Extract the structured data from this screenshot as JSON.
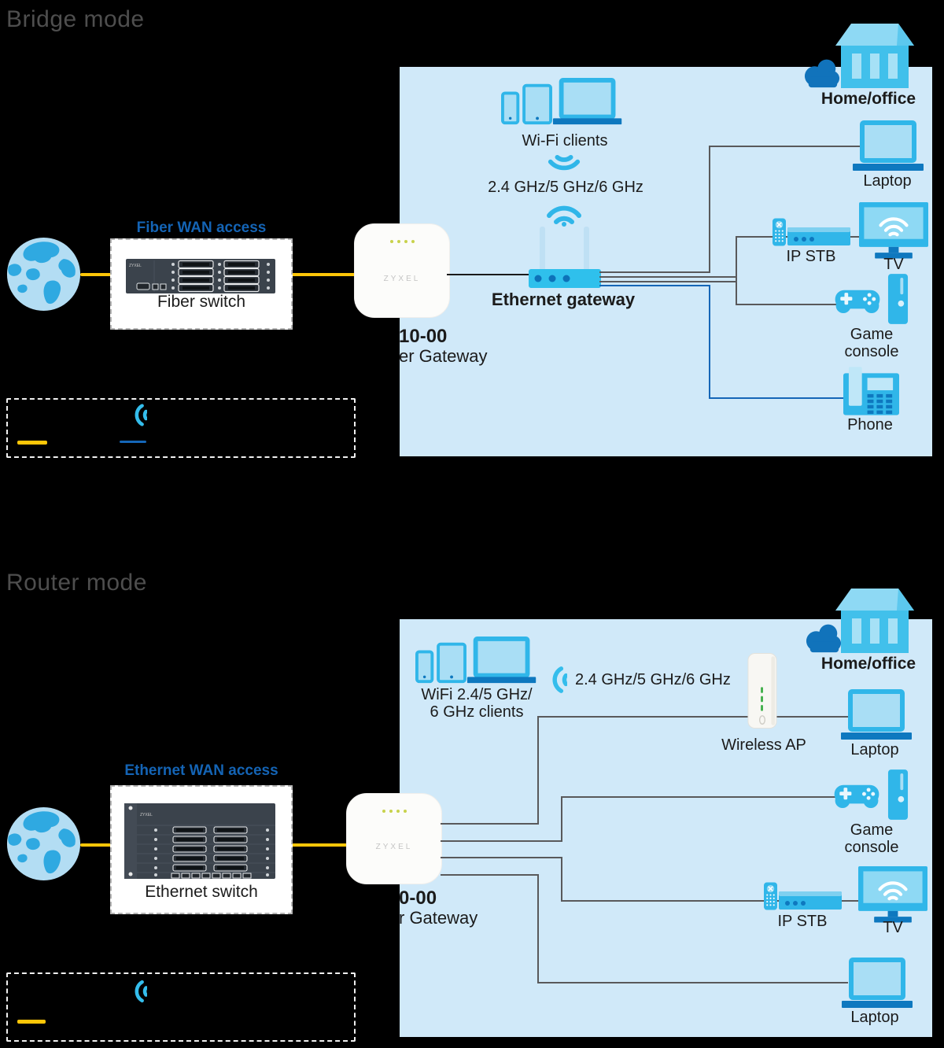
{
  "colors": {
    "background": "#000000",
    "panel_blue": "#d0e9f9",
    "device_cyan": "#30b6e9",
    "device_cyan_light": "#a9def5",
    "device_blue_dark": "#0e78bf",
    "connector_gray": "#59595b",
    "connector_blue": "#1566b7",
    "connector_yellow": "#fdc608",
    "heading_blue": "#1464b5",
    "label_dark": "#1b1b1b",
    "section_title_gray": "#4e4e4e",
    "ap_led_green": "#3fae49"
  },
  "brands": {
    "zyxel": "ZYXEL"
  },
  "bridge": {
    "title": "Bridge mode",
    "wan_access_label": "Fiber WAN access",
    "switch_label": "Fiber switch",
    "gateway_device": {
      "label_line1": "10-00",
      "label_line2": "er Gateway"
    },
    "panel": {
      "wifi_clients_label": "Wi-Fi clients",
      "wifi_bands_label": "2.4 GHz/5 GHz/6 GHz",
      "ethernet_gateway_label": "Ethernet gateway",
      "home_office_label": "Home/office",
      "laptop_label": "Laptop",
      "ip_stb_label": "IP STB",
      "tv_label": "TV",
      "game_console_line1": "Game",
      "game_console_line2": "console",
      "phone_label": "Phone"
    }
  },
  "router": {
    "title": "Router mode",
    "wan_access_label": "Ethernet WAN access",
    "switch_label": "Ethernet switch",
    "gateway_device": {
      "label_line1": "0-00",
      "label_line2": "r Gateway"
    },
    "panel": {
      "wifi_clients_line1": "WiFi 2.4/5 GHz/",
      "wifi_clients_line2": "6 GHz clients",
      "wifi_bands_label": "2.4 GHz/5 GHz/6 GHz",
      "wireless_ap_label": "Wireless AP",
      "home_office_label": "Home/office",
      "laptop_top_label": "Laptop",
      "game_console_line1": "Game",
      "game_console_line2": "console",
      "ip_stb_label": "IP STB",
      "tv_label": "TV",
      "laptop_bottom_label": "Laptop"
    }
  }
}
